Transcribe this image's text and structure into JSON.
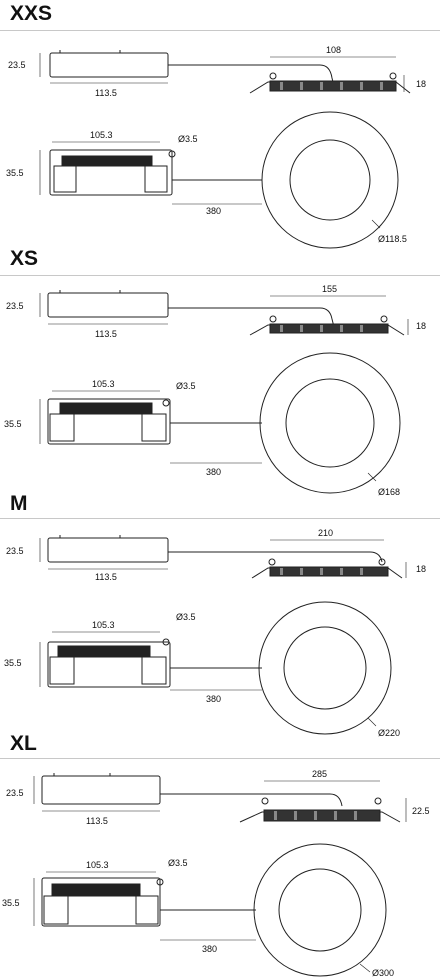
{
  "sizes": [
    {
      "title": "XXS",
      "height": "23.5",
      "length": "113.5",
      "fixture_width": "108",
      "fixture_height": "18",
      "box_width": "105.3",
      "hole": "Ø3.5",
      "box_depth": "35.5",
      "cable": "380",
      "diameter": "Ø118.5"
    },
    {
      "title": "XS",
      "height": "23.5",
      "length": "113.5",
      "fixture_width": "155",
      "fixture_height": "18",
      "box_width": "105.3",
      "hole": "Ø3.5",
      "box_depth": "35.5",
      "cable": "380",
      "diameter": "Ø168"
    },
    {
      "title": "M",
      "height": "23.5",
      "length": "113.5",
      "fixture_width": "210",
      "fixture_height": "18",
      "box_width": "105.3",
      "hole": "Ø3.5",
      "box_depth": "35.5",
      "cable": "380",
      "diameter": "Ø220"
    },
    {
      "title": "XL",
      "height": "23.5",
      "length": "113.5",
      "fixture_width": "285",
      "fixture_height": "22.5",
      "box_width": "105.3",
      "hole": "Ø3.5",
      "box_depth": "35.5",
      "cable": "380",
      "diameter": "Ø300"
    }
  ]
}
